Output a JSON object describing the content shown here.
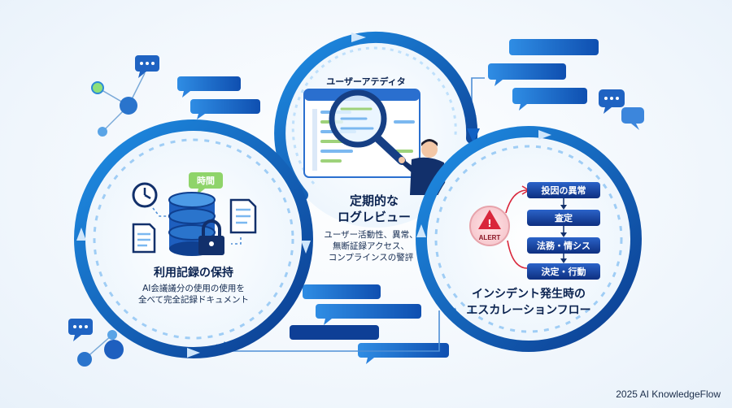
{
  "left_cycle": {
    "badge": "時間",
    "title": "利用記録の保持",
    "desc_line1": "AI会議議分の使用の使用を",
    "desc_line2": "全べて完全記録ドキュメント"
  },
  "center_cycle": {
    "editor_label": "ユーザーアテディタ",
    "title_line1": "定期的な",
    "title_line2": "ログレビュー",
    "desc_line1": "ユーザー活動性、異常、",
    "desc_line2": "無断証録アクセス、",
    "desc_line3": "コンプラインスの警評"
  },
  "right_cycle": {
    "alert_label": "ALERT",
    "steps": [
      "投因の異常",
      "査定",
      "法務・情シス",
      "決定・行動"
    ],
    "title_line1": "インシデント発生時の",
    "title_line2": "エスカレーションフロー"
  },
  "footer": {
    "credit": "2025 AI KnowledgeFlow"
  },
  "colors": {
    "navy": "#0d2f73",
    "blue": "#1e6fd0",
    "light": "#cfe6fb",
    "alert": "#d9263b"
  }
}
